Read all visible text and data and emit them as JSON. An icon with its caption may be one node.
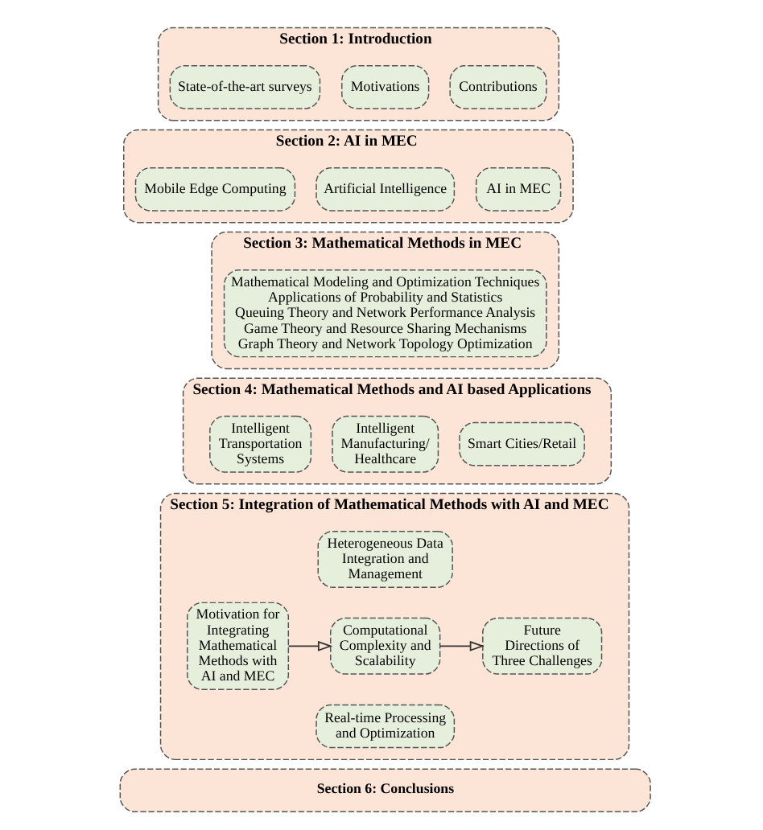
{
  "diagram": {
    "nodes": [
      {
        "text": [
          "Section 1: Introduction"
        ]
      },
      {
        "text": [
          "State-of-the-art surveys"
        ],
        "in": 0
      },
      {
        "text": [
          "Motivations"
        ],
        "in": 0
      },
      {
        "text": [
          "Contributions"
        ],
        "in": 0
      },
      {
        "text": [
          "Section 2: AI in MEC"
        ]
      },
      {
        "text": [
          "Mobile Edge Computing"
        ],
        "in": 4
      },
      {
        "text": [
          "Artificial Intelligence"
        ],
        "in": 4
      },
      {
        "text": [
          "AI in MEC"
        ],
        "in": 4
      },
      {
        "text": [
          "Section 3: Mathematical Methods in MEC"
        ]
      },
      {
        "text": [
          "Mathematical Modeling and Optimization Techniques",
          "Applications of Probability and Statistics",
          "Queuing Theory and Network Performance Analysis",
          "Game Theory and Resource Sharing Mechanisms",
          "Graph Theory and Network Topology Optimization"
        ],
        "in": 8
      },
      {
        "text": [
          "Section 4: Mathematical Methods and AI based Applications"
        ]
      },
      {
        "text": [
          "Intelligent Transportation Systems"
        ],
        "in": 10
      },
      {
        "text": [
          "Intelligent Manufacturing/ Healthcare"
        ],
        "in": 10
      },
      {
        "text": [
          "Smart Cities/Retail"
        ],
        "in": 10
      },
      {
        "text": [
          "Section 5: Integration of Mathematical Methods with AI and MEC"
        ]
      },
      {
        "text": [
          "Motivation for Integrating Mathematical Methods with AI and MEC"
        ],
        "in": 14
      },
      {
        "text": [
          "Heterogeneous Data Integration and Management"
        ],
        "in": 14
      },
      {
        "text": [
          "Computational Complexity and Scalability"
        ],
        "in": 14
      },
      {
        "text": [
          "Real-time Processing and Optimization"
        ],
        "in": 14
      },
      {
        "text": [
          "Future Directions of Three Challenges"
        ],
        "in": 14
      },
      {
        "text": [
          "Section 6: Conclusions"
        ]
      }
    ],
    "edges": [
      {
        "from": 15,
        "to": 17,
        "arrow": "to"
      },
      {
        "from": 17,
        "to": 19,
        "arrow": "to"
      }
    ]
  }
}
